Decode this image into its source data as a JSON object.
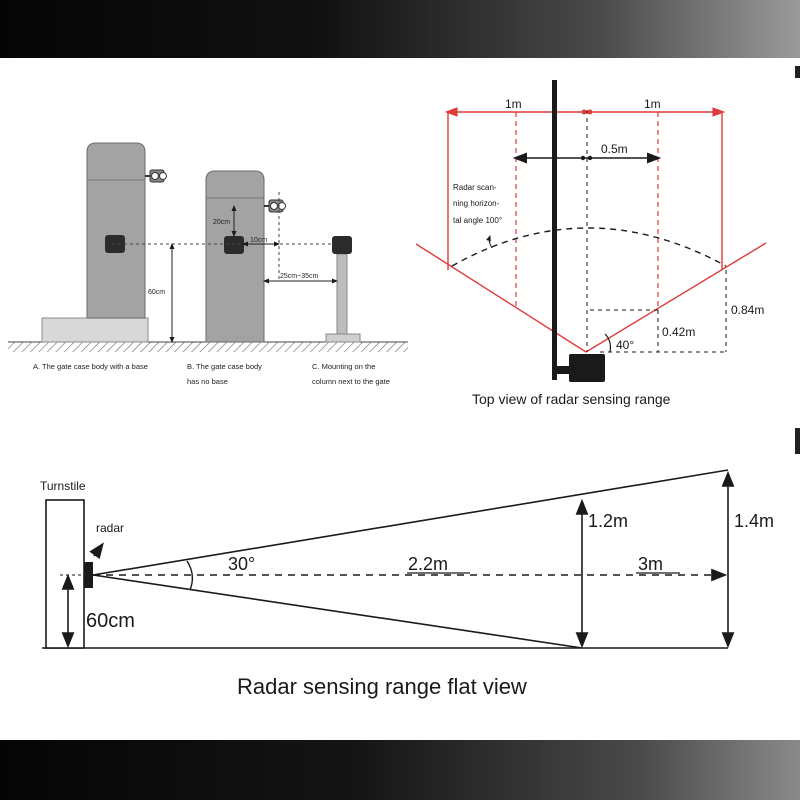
{
  "mounting_panel": {
    "label_a": "A. The gate case body with a base",
    "label_b_line1": "B. The gate case body",
    "label_b_line2": "has no base",
    "label_c_line1": "C. Mounting on the",
    "label_c_line2": "column next to the gate",
    "dim_60cm": "60cm",
    "dim_20cm": "20cm",
    "dim_10cm": "10cm",
    "dim_gap": "25cm~35cm"
  },
  "top_view": {
    "caption": "Top view of radar sensing range",
    "dim_left_1m": "1m",
    "dim_right_1m": "1m",
    "dim_half": "0.5m",
    "scan_note_line1": "Radar scan-",
    "scan_note_line2": "ning horizon-",
    "scan_note_line3": "tal angle 100°",
    "angle_40": "40°",
    "height_042": "0.42m",
    "height_084": "0.84m"
  },
  "flat_view": {
    "caption": "Radar sensing range flat view",
    "turnstile_label": "Turnstile",
    "radar_label": "radar",
    "angle_30": "30°",
    "dist_22": "2.2m",
    "dist_3": "3m",
    "width_12": "1.2m",
    "width_14": "1.4m",
    "height_60cm": "60cm"
  },
  "colors": {
    "red_line": "#e03a3a",
    "dark": "#1a1a1a",
    "case_gray": "#a3a3a3",
    "case_dark": "#2b2b2b"
  }
}
